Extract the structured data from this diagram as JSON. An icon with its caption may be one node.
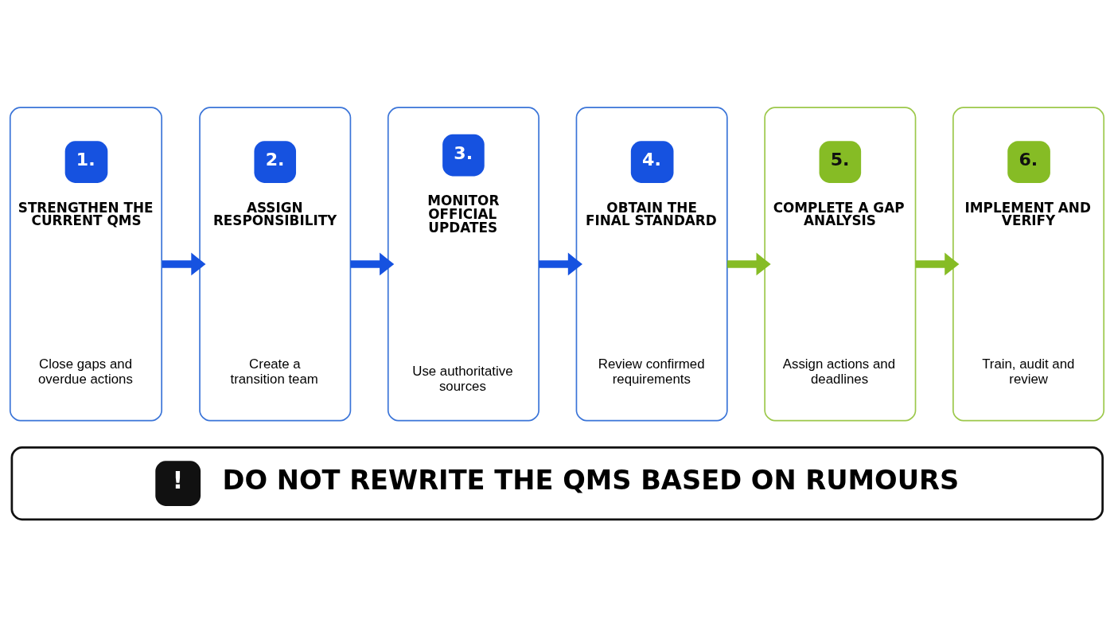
{
  "diagram": {
    "nodes": [
      {
        "text": [
          "1.",
          "STRENGTHEN THE CURRENT QMS",
          "Close gaps and overdue actions"
        ]
      },
      {
        "text": [
          "2.",
          "ASSIGN RESPONSIBILITY",
          "Create a transition team"
        ]
      },
      {
        "text": [
          "3.",
          "MONITOR OFFICIAL UPDATES",
          "Use authoritative sources"
        ]
      },
      {
        "text": [
          "4.",
          "OBTAIN THE FINAL STANDARD",
          "Review confirmed requirements"
        ]
      },
      {
        "text": [
          "5.",
          "COMPLETE A GAP ANALYSIS",
          "Assign actions and deadlines"
        ]
      },
      {
        "text": [
          "6.",
          "IMPLEMENT AND VERIFY",
          "Train, audit and review"
        ]
      },
      {
        "text": [
          "!",
          "DO NOT REWRITE THE QMS BASED ON RUMOURS"
        ]
      }
    ],
    "edges": [
      {
        "from": 0,
        "to": 1,
        "arrow": "to"
      },
      {
        "from": 1,
        "to": 2,
        "arrow": "to"
      },
      {
        "from": 2,
        "to": 3,
        "arrow": "to"
      },
      {
        "from": 3,
        "to": 4,
        "arrow": "to",
        "color": "#86bc25"
      },
      {
        "from": 4,
        "to": 5,
        "arrow": "to",
        "color": "#86bc25"
      }
    ]
  }
}
